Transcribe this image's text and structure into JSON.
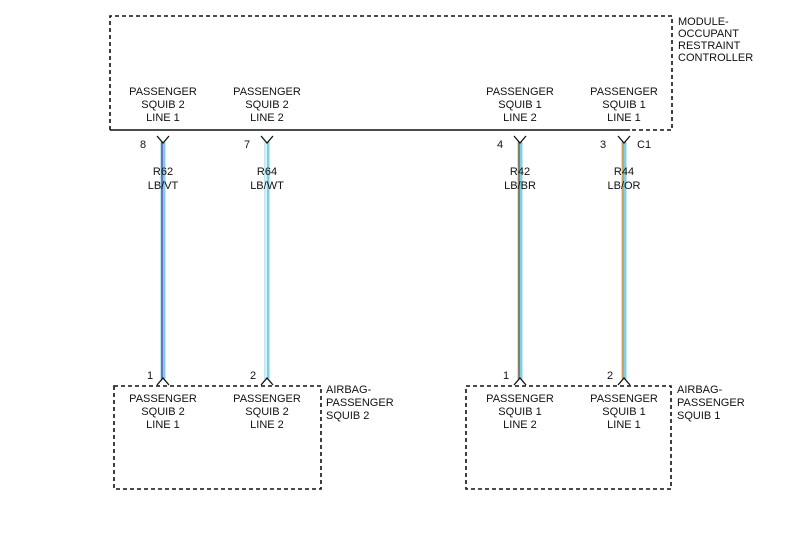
{
  "module": {
    "name": [
      "MODULE-",
      "OCCUPANT",
      "RESTRAINT",
      "CONTROLLER"
    ],
    "connector": "C1",
    "pins": [
      {
        "label": [
          "PASSENGER",
          "SQUIB 2",
          "LINE 1"
        ],
        "pin": "8"
      },
      {
        "label": [
          "PASSENGER",
          "SQUIB 2",
          "LINE 2"
        ],
        "pin": "7"
      },
      {
        "label": [
          "PASSENGER",
          "SQUIB 1",
          "LINE 2"
        ],
        "pin": "4"
      },
      {
        "label": [
          "PASSENGER",
          "SQUIB 1",
          "LINE 1"
        ],
        "pin": "3"
      }
    ]
  },
  "wires": [
    {
      "circuit": "R62",
      "color": "LB/VT",
      "base_color": "#7fd0e6",
      "stripe_color": "#6a3fb0"
    },
    {
      "circuit": "R64",
      "color": "LB/WT",
      "base_color": "#7fd0e6",
      "stripe_color": "#ffffff"
    },
    {
      "circuit": "R42",
      "color": "LB/BR",
      "base_color": "#7fd0e6",
      "stripe_color": "#8b5a2b"
    },
    {
      "circuit": "R44",
      "color": "LB/OR",
      "base_color": "#7fd0e6",
      "stripe_color": "#f08a1c"
    }
  ],
  "squib2": {
    "name": [
      "AIRBAG-",
      "PASSENGER",
      "SQUIB 2"
    ],
    "pins": [
      {
        "pin": "1",
        "label": [
          "PASSENGER",
          "SQUIB 2",
          "LINE 1"
        ]
      },
      {
        "pin": "2",
        "label": [
          "PASSENGER",
          "SQUIB 2",
          "LINE 2"
        ]
      }
    ]
  },
  "squib1": {
    "name": [
      "AIRBAG-",
      "PASSENGER",
      "SQUIB 1"
    ],
    "pins": [
      {
        "pin": "1",
        "label": [
          "PASSENGER",
          "SQUIB 1",
          "LINE 2"
        ]
      },
      {
        "pin": "2",
        "label": [
          "PASSENGER",
          "SQUIB 1",
          "LINE 1"
        ]
      }
    ]
  }
}
